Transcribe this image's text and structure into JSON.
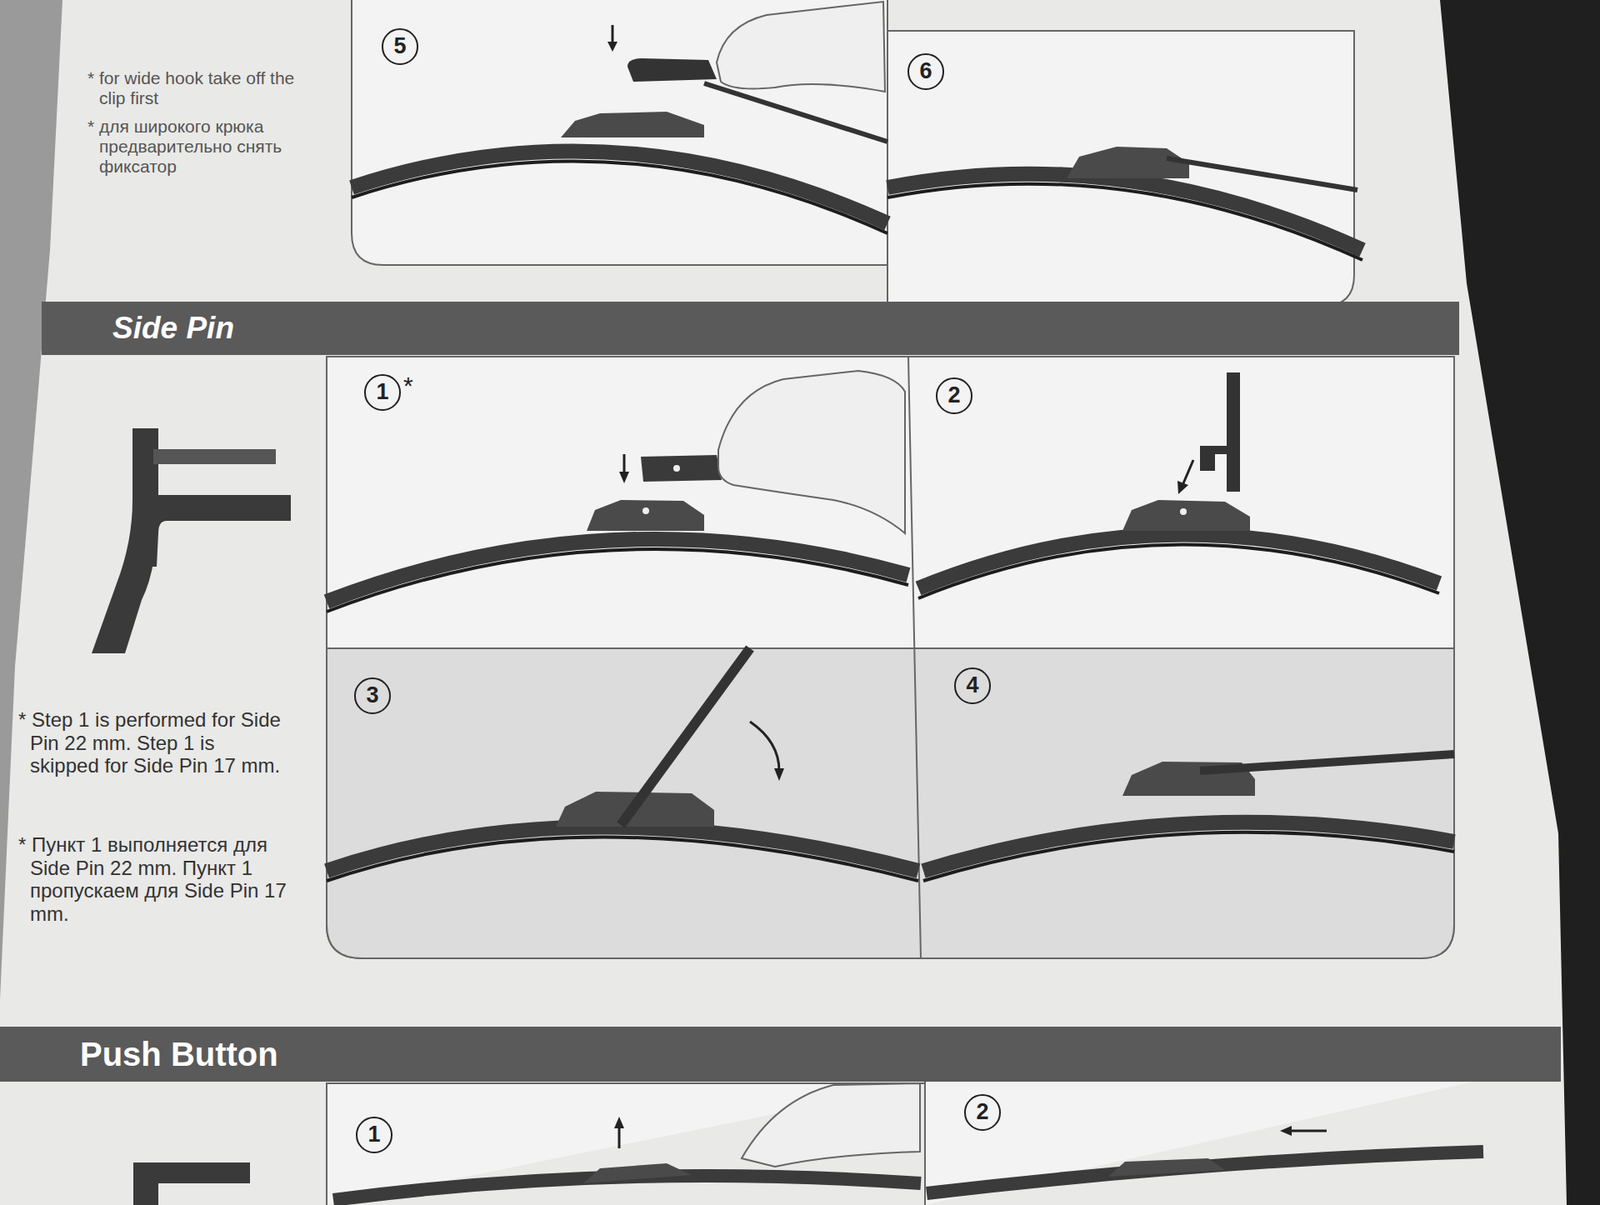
{
  "diagram": {
    "nodes": [
      {
        "text": [
          "5"
        ]
      },
      {
        "text": [
          "6"
        ]
      },
      {
        "text": [
          "Side Pin"
        ]
      },
      {
        "text": [
          "1"
        ]
      },
      {
        "text": [
          "2"
        ]
      },
      {
        "text": [
          "3"
        ]
      },
      {
        "text": [
          "4"
        ]
      },
      {
        "text": [
          "Push Button"
        ]
      },
      {
        "text": [
          "1"
        ]
      },
      {
        "text": [
          "2"
        ]
      }
    ],
    "labels": [
      "* for wide hook take off the clip first",
      "* для широкого крюка предварительно снять фиксатор",
      "*",
      "* Step 1 is performed for Side Pin 22 mm. Step 1 is skipped for Side Pin 17 mm.",
      "* Пункт 1 выполняется для Side Pin 22 mm. Пункт 1 пропускаем для Side Pin 17 mm."
    ]
  }
}
